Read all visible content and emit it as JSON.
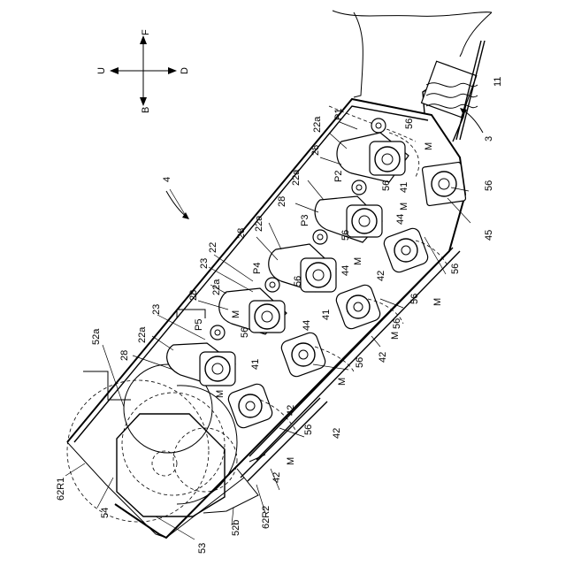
{
  "compass": {
    "up": "F",
    "down": "B",
    "left": "U",
    "right": "D"
  },
  "labels": {
    "figure_ref": "4",
    "L3": "3",
    "L11": "11",
    "P1": "P1",
    "P2": "P2",
    "P3": "P3",
    "P4": "P4",
    "P5": "P5",
    "a22a_1": "22a",
    "a22a_2": "22a",
    "a22a_3": "22a",
    "a22a_4": "22a",
    "a22a_5": "22a",
    "a28_1": "28",
    "a28_2": "28",
    "a28_3": "28",
    "a28_4": "28",
    "a28_5": "28",
    "a22": "22",
    "a23_1": "23",
    "a23_2": "23",
    "a56_1": "56",
    "a56_2": "56",
    "a56_3": "56",
    "a56_4": "56",
    "a56_5": "56",
    "a56_6": "56",
    "a56_7": "56",
    "a56_8": "56",
    "a56_9": "56",
    "a56_10": "56",
    "a56_11": "56",
    "aM_1": "M",
    "aM_2": "M",
    "aM_3": "M",
    "aM_4": "M",
    "aM_5": "M",
    "aM_6": "M",
    "aM_7": "M",
    "aM_8": "M",
    "aM_9": "M",
    "a41_1": "41",
    "a41_2": "41",
    "a41_3": "41",
    "a44_1": "44",
    "a44_2": "44",
    "a44_3": "44",
    "a42_1": "42",
    "a42_2": "42",
    "a42_3": "42",
    "a42_4": "42",
    "a42_5": "42",
    "a45": "45",
    "a52a": "52a",
    "a52b": "52b",
    "a53": "53",
    "a54": "54",
    "a62R1": "62R1",
    "a62R2": "62R2"
  }
}
